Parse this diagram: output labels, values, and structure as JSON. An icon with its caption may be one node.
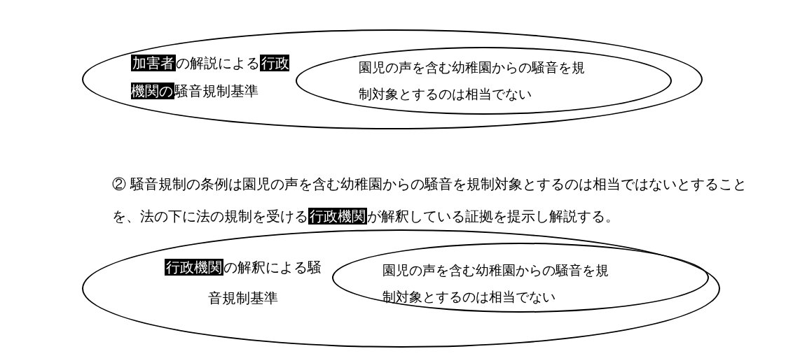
{
  "diagram": {
    "nodes": [
      {
        "text": [
          "**加害者**の解説による**行政機関の**騒音規制基準"
        ]
      },
      {
        "text": [
          "園児の声を含む幼稚園からの騒音を規制対象とするのは相当でない"
        ],
        "in": 0
      },
      {
        "text": [
          "**行政機関**の解釈による騒音規制基準"
        ]
      },
      {
        "text": [
          "園児の声を含む幼稚園からの騒音を規制対象とするのは相当でない"
        ],
        "in": 2
      }
    ],
    "labels": [
      "② 騒音規制の条例は園児の声を含む幼稚園からの騒音を規制対象とするのは相当ではないとすることを、法の下に法の規制を受ける**行政機関**が解釈している証拠を提示し解説する。"
    ]
  }
}
